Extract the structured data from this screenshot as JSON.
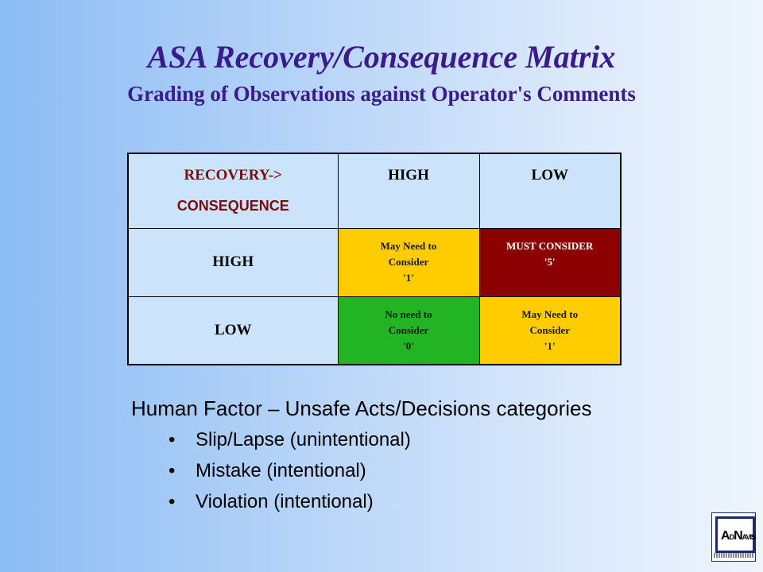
{
  "slide": {
    "title": "ASA Recovery/Consequence Matrix",
    "subtitle": "Grading of Observations against Operator's Comments"
  },
  "matrix": {
    "corner_line1": "RECOVERY->",
    "corner_line2": "CONSEQUENCE",
    "col_headers": [
      "HIGH",
      "LOW"
    ],
    "rows": [
      {
        "header": "HIGH",
        "cells": [
          {
            "line1": "May Need to",
            "line2": "Consider",
            "score": "'1'",
            "color": "#ffcc00"
          },
          {
            "line1": "MUST CONSIDER",
            "line2": "",
            "score": "'5'",
            "color": "#8b0000"
          }
        ]
      },
      {
        "header": "LOW",
        "cells": [
          {
            "line1": "No need to",
            "line2": "Consider",
            "score": "'0'",
            "color": "#22b422"
          },
          {
            "line1": "May Need to",
            "line2": "Consider",
            "score": "'1'",
            "color": "#ffcc00"
          }
        ]
      }
    ]
  },
  "human_factor": {
    "heading": "Human Factor – Unsafe Acts/Decisions categories",
    "bullet_glyph": "•",
    "items": [
      "Slip/Lapse (unintentional)",
      "Mistake (intentional)",
      "Violation (intentional)"
    ]
  },
  "logo": {
    "letter_a": "A",
    "letter_d": "D",
    "letter_n": "N",
    "letters_avis": "AVIS"
  }
}
